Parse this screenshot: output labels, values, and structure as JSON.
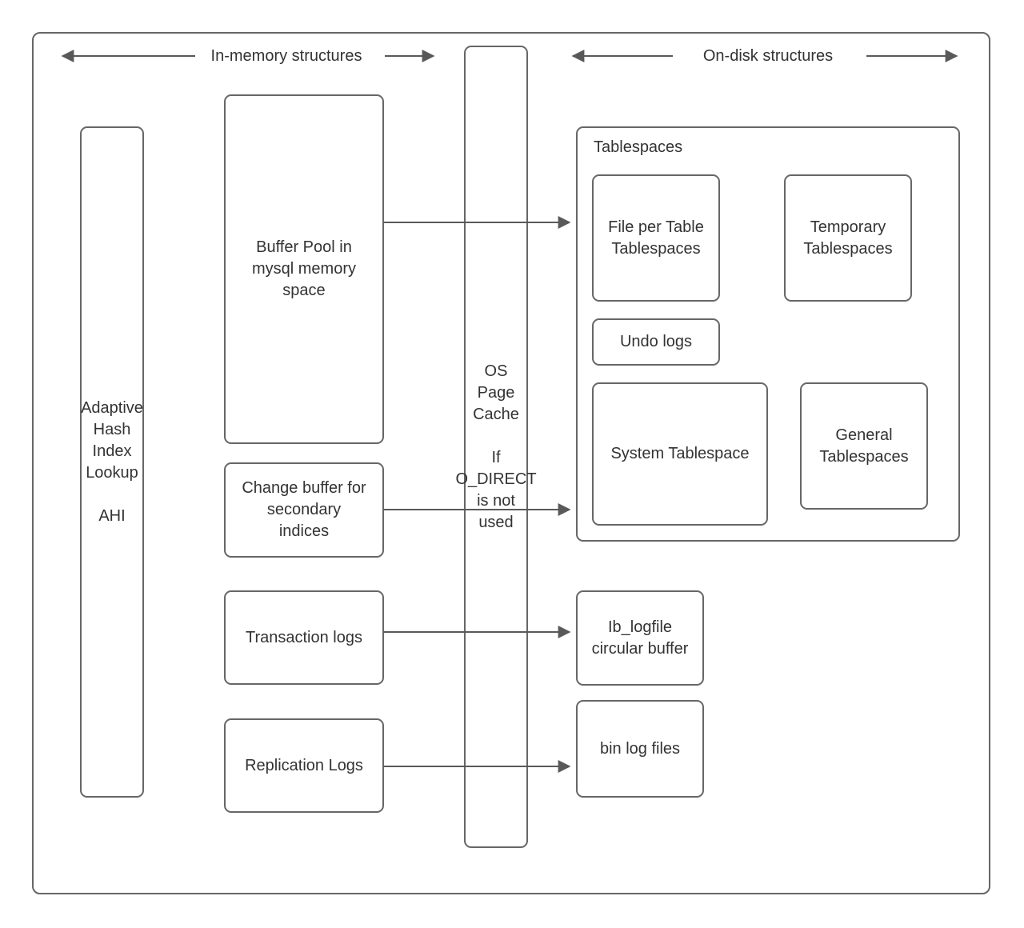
{
  "headers": {
    "in_memory": "In-memory structures",
    "on_disk": "On-disk structures"
  },
  "nodes": {
    "adaptive_hash": "Adaptive\nHash\nIndex\nLookup\n\nAHI",
    "buffer_pool": "Buffer Pool in\nmysql memory\nspace",
    "change_buffer": "Change buffer for\nsecondary\nindices",
    "transaction_logs": "Transaction logs",
    "replication_logs": "Replication Logs",
    "os_page_cache": "OS\nPage\nCache\n\nIf\nO_DIRECT\nis not\nused",
    "tablespaces": "Tablespaces",
    "file_per_table": "File per Table\nTablespaces",
    "temporary_tablespaces": "Temporary\nTablespaces",
    "undo_logs": "Undo logs",
    "system_tablespace": "System Tablespace",
    "general_tablespaces": "General\nTablespaces",
    "ib_logfile": "Ib_logfile\ncircular buffer",
    "bin_log_files": "bin log files"
  },
  "colors": {
    "box_border": "#666666",
    "arrow": "#595959",
    "text": "#333333",
    "background": "#ffffff"
  }
}
